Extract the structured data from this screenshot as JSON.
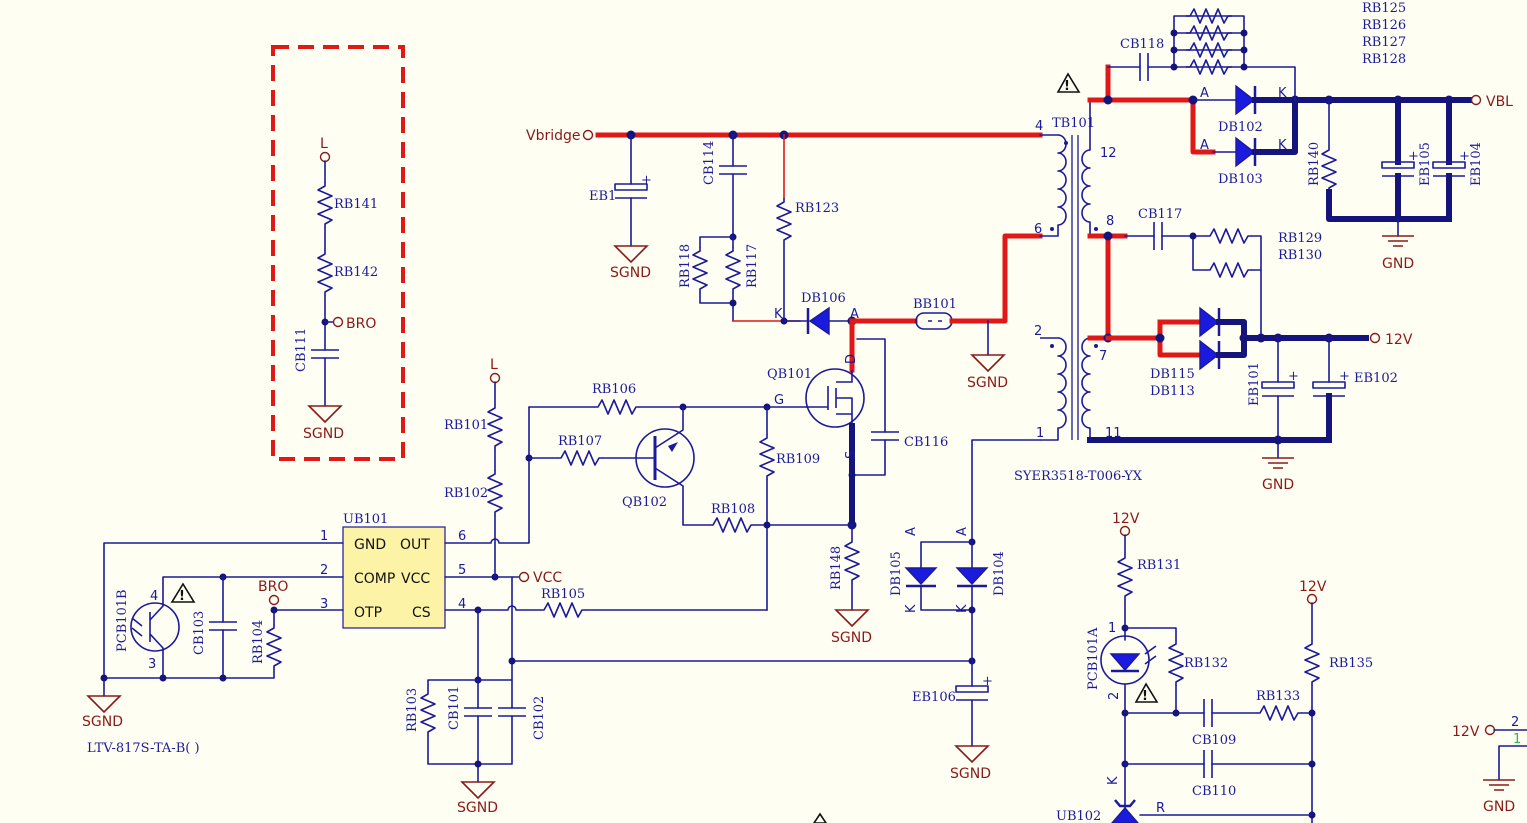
{
  "nets": {
    "vbridge": "Vbridge",
    "vbl": "VBL",
    "v12": "12V",
    "vcc": "VCC",
    "bro": "BRO",
    "l": "L",
    "sgnd": "SGND",
    "gnd": "GND"
  },
  "transformer": {
    "ref": "TB101",
    "part": "SYER3518-T006-YX",
    "pins": [
      "4",
      "6",
      "2",
      "1",
      "12",
      "8",
      "7",
      "11"
    ]
  },
  "ic": {
    "ref": "UB101",
    "left_pins": [
      {
        "num": "1",
        "name": "GND"
      },
      {
        "num": "2",
        "name": "COMP"
      },
      {
        "num": "3",
        "name": "OTP"
      }
    ],
    "right_pins": [
      {
        "num": "6",
        "name": "OUT"
      },
      {
        "num": "5",
        "name": "VCC"
      },
      {
        "num": "4",
        "name": "CS"
      }
    ]
  },
  "optocoupler": {
    "ref_b": "PCB101B",
    "ref_a": "PCB101A",
    "part": "LTV-817S-TA-B(      )",
    "pins_b": [
      "4",
      "3"
    ],
    "pins_a": [
      "1",
      "2"
    ]
  },
  "resistors": {
    "rb141": "RB141",
    "rb142": "RB142",
    "rb101": "RB101",
    "rb102": "RB102",
    "rb104": "RB104",
    "rb103": "RB103",
    "rb105": "RB105",
    "rb106": "RB106",
    "rb107": "RB107",
    "rb108": "RB108",
    "rb109": "RB109",
    "rb118": "RB118",
    "rb117": "RB117",
    "rb123": "RB123",
    "rb148": "RB148",
    "rb140": "RB140",
    "rb131": "RB131",
    "rb132": "RB132",
    "rb133": "RB133",
    "rb135": "RB135",
    "rb125": "RB125",
    "rb126": "RB126",
    "rb127": "RB127",
    "rb128": "RB128",
    "rb129": "RB129",
    "rb130": "RB130"
  },
  "capacitors": {
    "cb111": "CB111",
    "cb103": "CB103",
    "cb101": "CB101",
    "cb102": "CB102",
    "cb114": "CB114",
    "cb116": "CB116",
    "cb118": "CB118",
    "cb117": "CB117",
    "cb109": "CB109",
    "cb110": "CB110",
    "eb1": "EB1",
    "eb101": "EB101",
    "eb102": "EB102",
    "eb104": "EB104",
    "eb105": "EB105",
    "eb106": "EB106"
  },
  "diodes": {
    "db106": "DB106",
    "db102": "DB102",
    "db103": "DB103",
    "db115": "DB115",
    "db113": "DB113",
    "db105": "DB105",
    "db104": "DB104",
    "a": "A",
    "k": "K"
  },
  "transistors": {
    "qb101": "QB101",
    "qb102": "QB102",
    "g": "G",
    "d": "D",
    "s": "S"
  },
  "bead": {
    "ref": "BB101"
  },
  "regulator": {
    "ref": "UB102",
    "k": "K",
    "r": "R"
  },
  "connector": {
    "pin2": "2",
    "pin1": "1"
  },
  "warning_symbol": "!",
  "colors": {
    "wire": "#1a1a9a",
    "power": "#e01818",
    "bus": "#14147a",
    "net": "#8a1a1a",
    "diode": "#1b1be0"
  }
}
